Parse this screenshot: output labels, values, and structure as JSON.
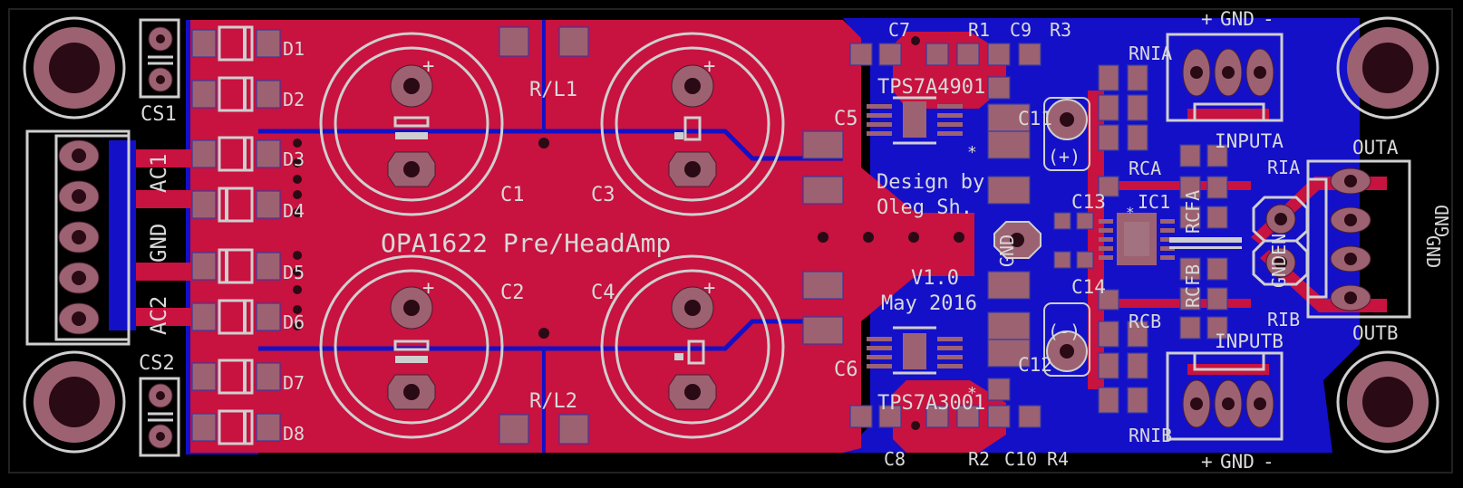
{
  "board": {
    "title": "OPA1622 Pre/HeadAmp",
    "designer_line1": "Design by",
    "designer_line2": "Oleg Sh.",
    "version": "V1.0",
    "date": "May 2016"
  },
  "colors": {
    "background": "#000000",
    "copper_top": "#c8123f",
    "copper_bottom": "#1410c8",
    "pad": "#9c6272",
    "silkscreen": "#d9d9d9"
  },
  "labels": {
    "cs1": "CS1",
    "cs2": "CS2",
    "ac1": "AC1",
    "gnd_in": "GND",
    "ac2": "AC2",
    "d1": "D1",
    "d2": "D2",
    "d3": "D3",
    "d4": "D4",
    "d5": "D5",
    "d6": "D6",
    "d7": "D7",
    "d8": "D8",
    "c1": "C1",
    "c2": "C2",
    "c3": "C3",
    "c4": "C4",
    "rl1": "R/L1",
    "rl2": "R/L2",
    "c5": "C5",
    "c6": "C6",
    "c7": "C7",
    "c8": "C8",
    "r1": "R1",
    "c9": "C9",
    "r3": "R3",
    "r2": "R2",
    "c10": "C10",
    "r4": "R4",
    "reg_top": "TPS7A4901",
    "reg_bottom": "TPS7A3001",
    "c11": "C11",
    "c12": "C12",
    "c13": "C13",
    "c14": "C14",
    "gnd_pad": "GND",
    "plus": "(+)",
    "minus": "(-)",
    "rnia": "RNIA",
    "rnib": "RNIB",
    "rca": "RCA",
    "rcb": "RCB",
    "ic1": "IC1",
    "rcfa": "RCFA",
    "rcfb": "RCFB",
    "gnden": "GNDEN",
    "ria": "RIA",
    "rib": "RIB",
    "inputa": "INPUTA",
    "inputb": "INPUTB",
    "outa": "OUTA",
    "outb": "OUTB",
    "gnd_top": "GND",
    "gnd_bottom": "GND",
    "plus_sign": "+",
    "minus_sign": "-",
    "gnd_out1": "GND",
    "gnd_out2": "GND",
    "star": "*"
  }
}
